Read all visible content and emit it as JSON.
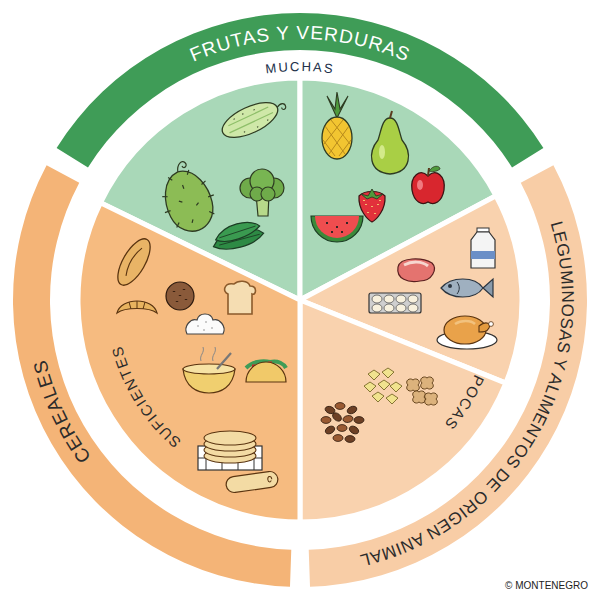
{
  "diagram": {
    "nodes": [
      {
        "text": [
          "FRUTAS Y VERDURAS",
          "MUCHAS"
        ]
      },
      {
        "text": [
          "LEGUMINOSAS Y ALIMENTOS DE ORIGEN ANIMAL",
          "POCAS"
        ]
      },
      {
        "text": [
          "CEREALES",
          "SUFICIENTES"
        ]
      }
    ],
    "labels": [
      "© MONTENEGRO"
    ]
  }
}
